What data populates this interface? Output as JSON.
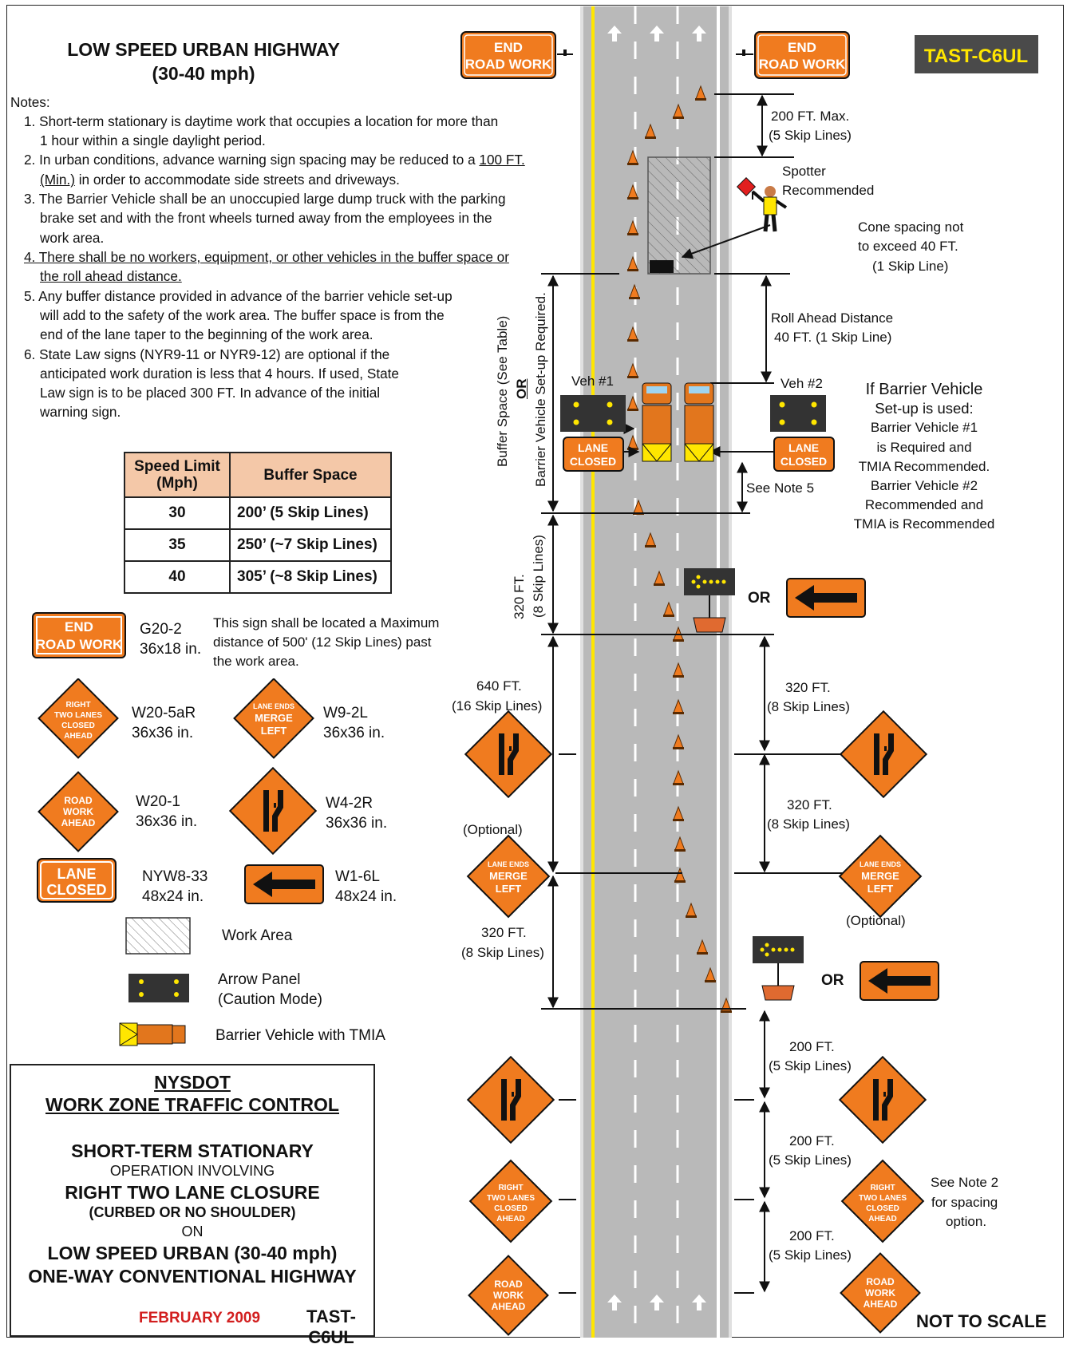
{
  "diagram_id": "TAST-C6UL",
  "title_line1": "LOW SPEED URBAN HIGHWAY",
  "title_line2": "(30-40 mph)",
  "notes_heading": "Notes:",
  "notes": [
    "1. Short-term stationary is daytime work that occupies a location for more than",
    "1 hour within a single daylight period.",
    "2. In urban conditions, advance warning sign spacing may be reduced to a",
    "100 FT.",
    "(Min.)",
    "in order to accommodate side streets and driveways.",
    "3. The Barrier Vehicle shall be an unoccupied large dump truck with the parking",
    "brake set and with the front wheels turned away from the employees in the",
    "work area.",
    "4. There shall be no workers, equipment, or other vehicles in the buffer space or",
    "the roll ahead distance.",
    "5. Any buffer distance provided in advance of the barrier vehicle set-up",
    "will add to the safety of the work area.  The buffer space is from the",
    "end of the lane taper to the beginning of the work area.",
    "6. State Law signs (NYR9-11 or NYR9-12) are optional if the",
    "anticipated work duration is less that 4 hours.  If used, State",
    "Law sign is to be placed 300 FT. In advance of the initial",
    "warning sign."
  ],
  "buffer_table": {
    "header": [
      "Speed Limit (Mph)",
      "Buffer Space"
    ],
    "header_line1": "Speed Limit",
    "header_line2": "(Mph)",
    "rows": [
      [
        "30",
        "200’ (5 Skip Lines)"
      ],
      [
        "35",
        "250’ (~7 Skip Lines)"
      ],
      [
        "40",
        "305’ (~8 Skip Lines)"
      ]
    ]
  },
  "signs": {
    "end_road_work_1": "END",
    "end_road_work_2": "ROAD WORK",
    "lane_closed_1": "LANE",
    "lane_closed_2": "CLOSED",
    "right_two_lanes": [
      "RIGHT",
      "TWO LANES",
      "CLOSED",
      "AHEAD"
    ],
    "lane_ends_merge": [
      "LANE ENDS",
      "MERGE",
      "LEFT"
    ],
    "road_work_ahead": [
      "ROAD",
      "WORK",
      "AHEAD"
    ],
    "id_text": "TAST-C6UL"
  },
  "legend": {
    "g20_code": "G20-2",
    "g20_size": "36x18 in.",
    "g20_desc": [
      "This sign shall be located a Maximum",
      "distance of 500' (12 Skip Lines) past",
      "the work area."
    ],
    "w20_5ar_code": "W20-5aR",
    "w20_5ar_size": "36x36 in.",
    "w9_2l_code": "W9-2L",
    "w9_2l_size": "36x36 in.",
    "w20_1_code": "W20-1",
    "w20_1_size": "36x36 in.",
    "w4_2r_code": "W4-2R",
    "w4_2r_size": "36x36 in.",
    "nyw8_code": "NYW8-33",
    "nyw8_size": "48x24 in.",
    "w1_6l_code": "W1-6L",
    "w1_6l_size": "48x24 in.",
    "work_area": "Work Area",
    "arrow_panel_1": "Arrow Panel",
    "arrow_panel_2": "(Caution Mode)",
    "barrier_vehicle": "Barrier Vehicle with TMIA"
  },
  "title_block": {
    "agency": "NYSDOT",
    "program": "WORK ZONE TRAFFIC CONTROL",
    "line1": "SHORT-TERM STATIONARY",
    "line2": "OPERATION INVOLVING",
    "line3": "RIGHT TWO LANE CLOSURE",
    "line4": "(CURBED OR NO SHOULDER)",
    "line5": "ON",
    "line6": "LOW SPEED URBAN (30-40 mph)",
    "line7": "ONE-WAY CONVENTIONAL HIGHWAY",
    "date": "FEBRUARY 2009",
    "code": "TAST-C6UL"
  },
  "annotations": {
    "d200max_1": "200 FT. Max.",
    "d200max_2": "(5 Skip Lines)",
    "spotter_1": "Spotter",
    "spotter_2": "Recommended",
    "cone_1": "Cone spacing not",
    "cone_2": "to exceed 40 FT.",
    "cone_3": "(1 Skip Line)",
    "roll_1": "Roll Ahead Distance",
    "roll_2": "40 FT. (1 Skip Line)",
    "veh1": "Veh #1",
    "veh2": "Veh #2",
    "barrier_note": [
      "If Barrier Vehicle",
      "Set-up is used:",
      "Barrier Vehicle #1",
      "is  Required and",
      "TMIA Recommended.",
      "Barrier Vehicle #2",
      "Recommended and",
      "TMIA is Recommended"
    ],
    "see_note5": "See Note 5",
    "buffer_vertical_1": "Buffer Space (See Table)",
    "buffer_vertical_or": "OR",
    "buffer_vertical_2": "Barrier Vehicle Set-up Required.",
    "d320_v_1": "320 FT.",
    "d320_v_2": "(8 Skip Lines)",
    "or": "OR",
    "d640_1": "640 FT.",
    "d640_2": "(16 Skip Lines)",
    "d320_a_1": "320 FT.",
    "d320_a_2": "(8 Skip Lines)",
    "d320_b_1": "320 FT.",
    "d320_b_2": "(8 Skip Lines)",
    "optional": "(Optional)",
    "d320_c_1": "320 FT.",
    "d320_c_2": "(8 Skip Lines)",
    "d200_a_1": "200 FT.",
    "d200_a_2": "(5 Skip Lines)",
    "d200_b_1": "200 FT.",
    "d200_b_2": "(5 Skip Lines)",
    "d200_c_1": "200 FT.",
    "d200_c_2": "(5 Skip Lines)",
    "see_note2_1": "See Note 2",
    "see_note2_2": "for spacing",
    "see_note2_3": "option.",
    "not_to_scale": "NOT TO SCALE"
  },
  "colors": {
    "orange": "#f07b1f",
    "road": "#b9b9b9",
    "yellow_line": "#ffe600",
    "date_red": "#d21f1f",
    "table_header": "#f4c8a8"
  }
}
